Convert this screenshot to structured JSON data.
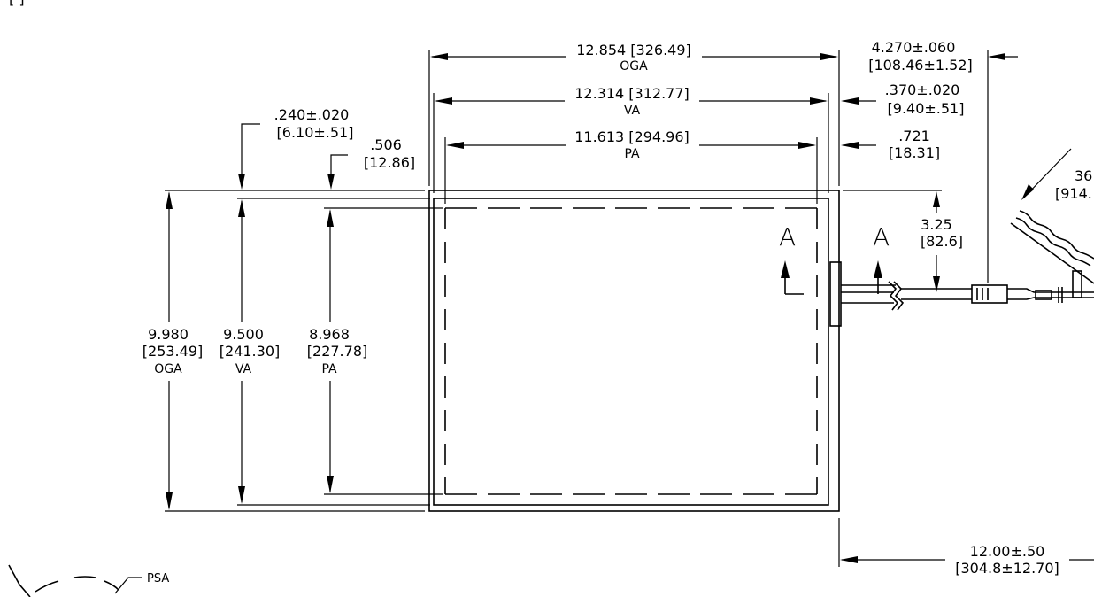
{
  "header": {
    "partial_text": "[ ]"
  },
  "dimensions": {
    "oga_width": {
      "value": "12.854 [326.49]",
      "label": "OGA"
    },
    "va_width": {
      "value": "12.314 [312.77]",
      "label": "VA"
    },
    "pa_width": {
      "value": "11.613 [294.96]",
      "label": "PA"
    },
    "tail_length": {
      "value1": "4.270±.060",
      "value2": "[108.46±1.52]"
    },
    "va_right_offset": {
      "value1": ".370±.020",
      "value2": "[9.40±.51]"
    },
    "pa_right_offset": {
      "value1": ".721",
      "value2": "[18.31]"
    },
    "va_top_offset": {
      "value1": ".240±.020",
      "value2": "[6.10±.51]"
    },
    "pa_top_offset": {
      "value1": ".506",
      "value2": "[12.86]"
    },
    "oga_height": {
      "value1": "9.980",
      "value2": "[253.49]",
      "label": "OGA"
    },
    "va_height": {
      "value1": "9.500",
      "value2": "[241.30]",
      "label": "VA"
    },
    "pa_height": {
      "value1": "8.968",
      "value2": "[227.78]",
      "label": "PA"
    },
    "connector_offset": {
      "value1": "3.25",
      "value2": "[82.6]"
    },
    "cable_length": {
      "value1": "12.00±.50",
      "value2": "[304.8±12.70]"
    },
    "cable_bend": {
      "value1": "36",
      "value2": "[914."
    }
  },
  "section_labels": {
    "left": "A",
    "right": "A"
  },
  "callouts": {
    "psa": "PSA"
  }
}
